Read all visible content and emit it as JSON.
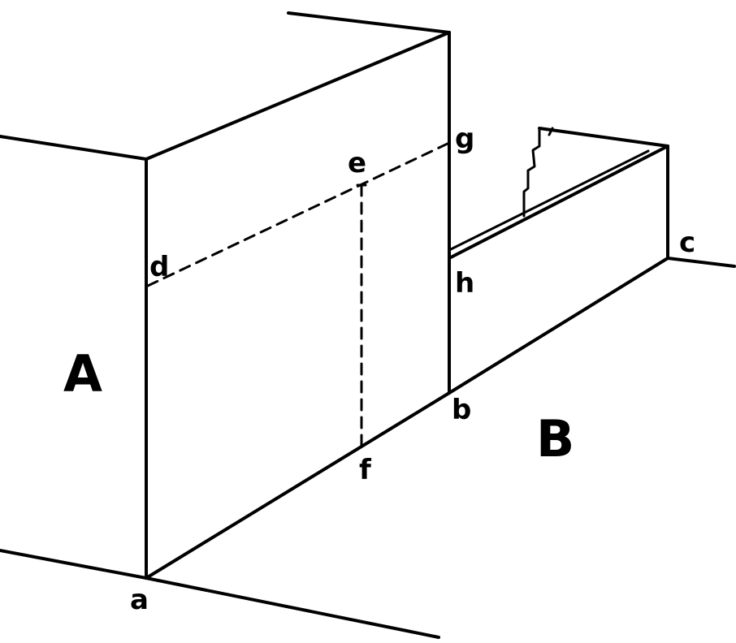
{
  "diagram": {
    "region_labels": {
      "A": "A",
      "B": "B"
    },
    "point_labels": {
      "a": "a",
      "b": "b",
      "c": "c",
      "d": "d",
      "e": "e",
      "f": "f",
      "g": "g",
      "h": "h"
    },
    "ink_color": "#000000",
    "background_color": "#ffffff"
  }
}
